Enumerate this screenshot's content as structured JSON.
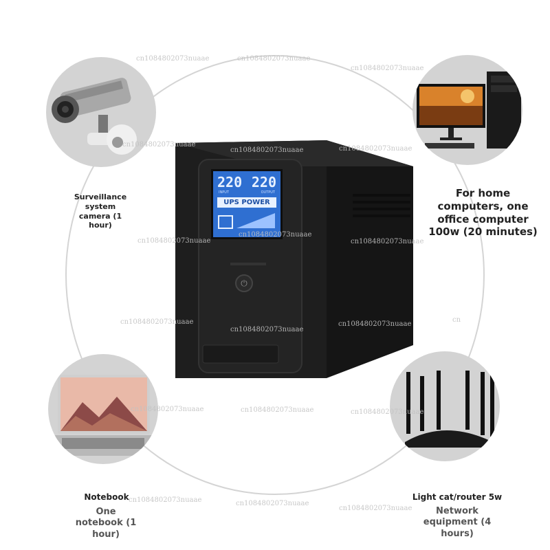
{
  "ups": {
    "input_voltage": "220",
    "output_voltage": "220",
    "brand_text": "UPS POWER",
    "input_tag": "INPUT",
    "output_tag": "OUTPUT"
  },
  "labels": {
    "camera": "Surveillance system camera (1 hour)",
    "computer": "For home computers, one office computer 100w (20 minutes)",
    "notebook_title": "Notebook",
    "notebook_desc": "One notebook (1 hour)",
    "router_title": "Light cat/router 5w",
    "router_desc": "Network equipment (4 hours)"
  },
  "watermark": "cn1084802073nuaae",
  "watermark_short": "cn",
  "colors": {
    "bubble": "#d3d3d3",
    "ups_body": "#1b1b1b",
    "lcd": "#2f6fd1",
    "ring": "#d4d4d4"
  }
}
